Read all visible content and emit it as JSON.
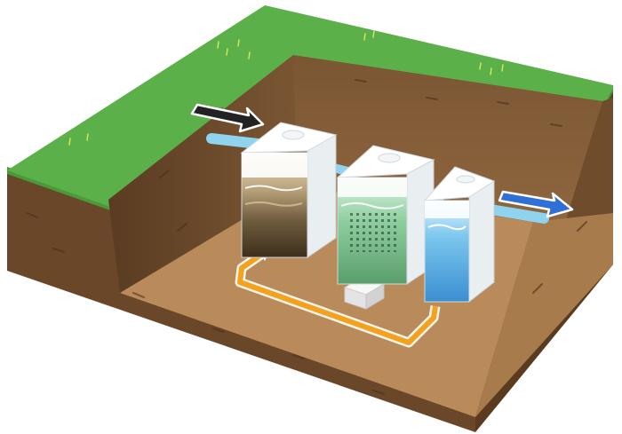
{
  "diagram": {
    "type": "septic-treatment-system-cutaway",
    "components": [
      {
        "id": "ground",
        "name": "grass-ground"
      },
      {
        "id": "excavation",
        "name": "soil-pit"
      },
      {
        "id": "tank1",
        "name": "sedimentation-tank"
      },
      {
        "id": "tank2",
        "name": "biological-filter-tank"
      },
      {
        "id": "tank3",
        "name": "clarifier-tank"
      },
      {
        "id": "pump",
        "name": "air-blower"
      },
      {
        "id": "recirc",
        "name": "recirculation-line"
      }
    ],
    "flows": [
      {
        "id": "inflow",
        "direction": "in",
        "color": "#222222"
      },
      {
        "id": "outflow",
        "direction": "out",
        "color": "#2f6fd6"
      }
    ]
  },
  "colors": {
    "grass": "#5bb04a",
    "soil_dark": "#6b4a2c",
    "soil_mid": "#8b6640",
    "floor": "#b98a5a",
    "pipe": "#8fd3ef",
    "recirc": "#f4a21e"
  }
}
